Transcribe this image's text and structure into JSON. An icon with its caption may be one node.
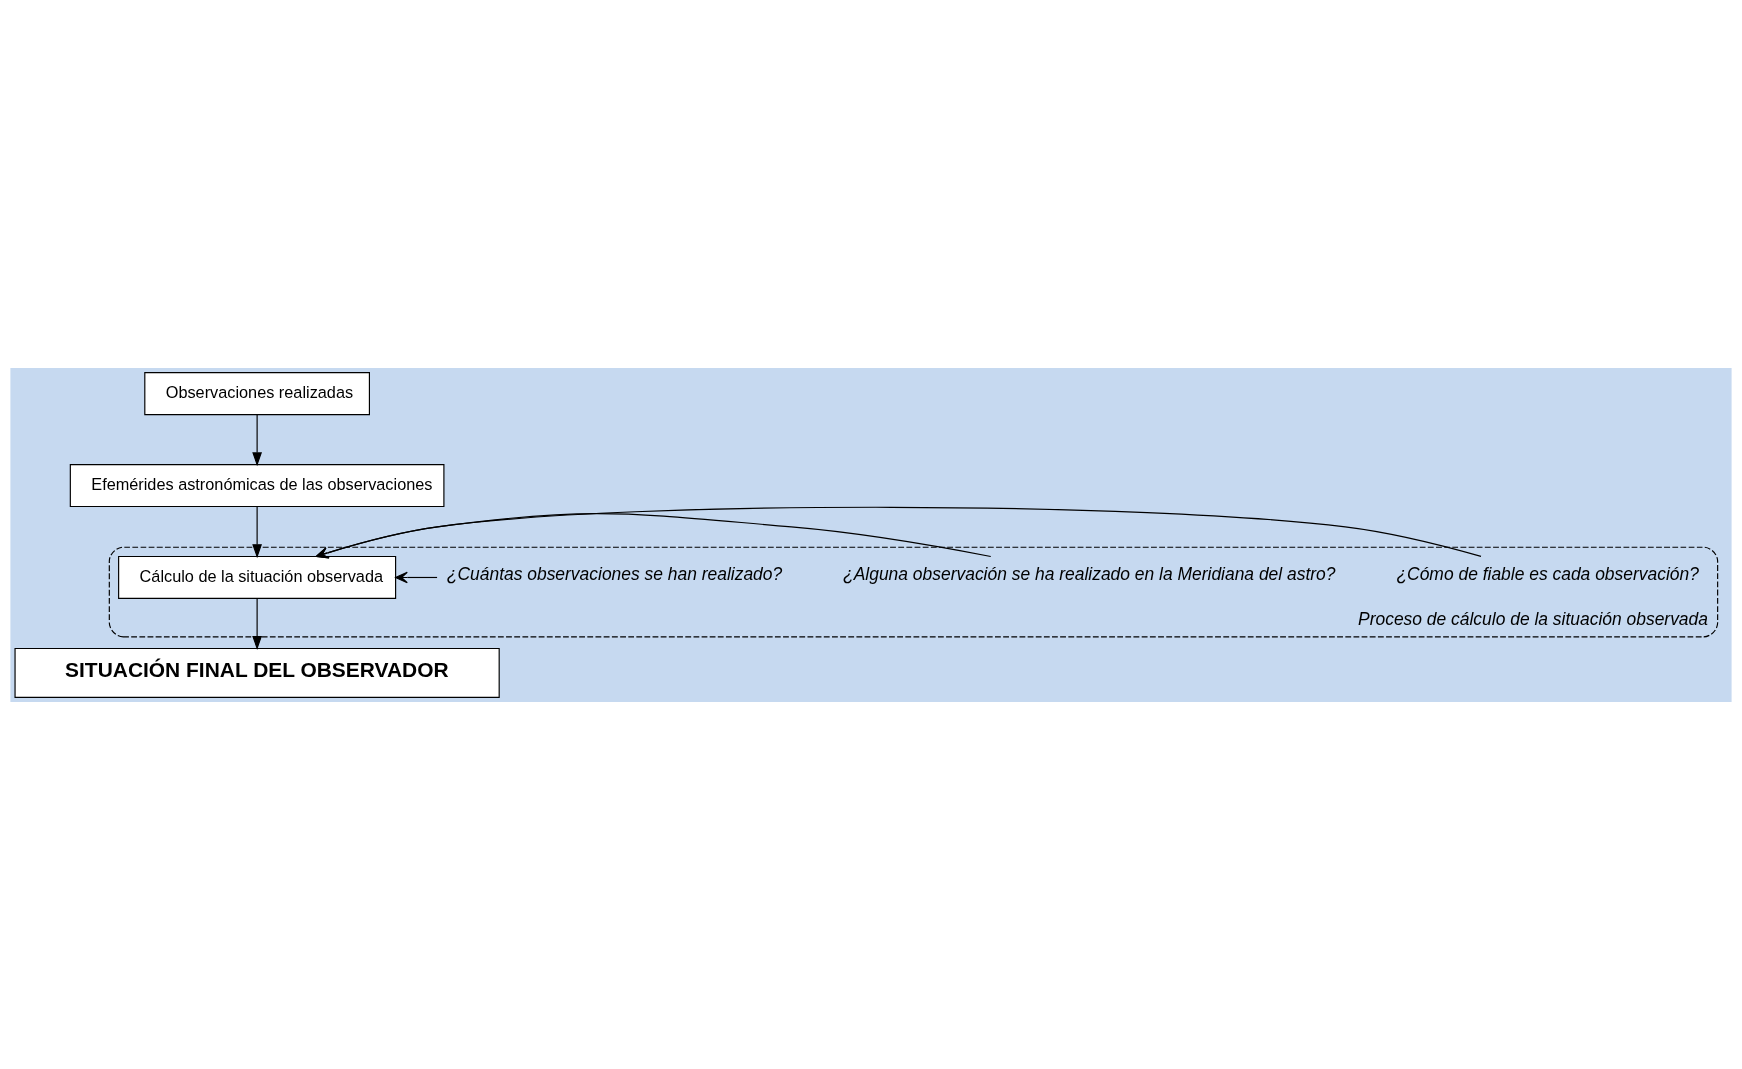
{
  "diagram": {
    "nodes": [
      {
        "text": [
          "Observaciones realizadas"
        ]
      },
      {
        "text": [
          "Efemérides astronómicas de las observaciones"
        ]
      },
      {
        "text": [
          "Proceso de cálculo de la situación observada"
        ]
      },
      {
        "text": [
          "Cálculo de la situación observada"
        ],
        "in": 2
      },
      {
        "text": [
          "¿Cómo de fiable es cada observación?"
        ],
        "in": 2
      },
      {
        "text": [
          "¿Alguna observación se ha realizado en la Meridiana del astro?"
        ],
        "in": 2
      },
      {
        "text": [
          "¿Cuántas observaciones se han realizado?"
        ],
        "in": 2
      },
      {
        "text": [
          "SITUACIÓN FINAL DEL OBSERVADOR"
        ]
      }
    ],
    "edges": [
      {
        "from": 0,
        "to": 1,
        "arrow": "to"
      },
      {
        "from": 1,
        "to": 3,
        "arrow": "to"
      },
      {
        "from": 4,
        "to": 3,
        "arrow": "to"
      },
      {
        "from": 5,
        "to": 3,
        "arrow": "to"
      },
      {
        "from": 6,
        "to": 3,
        "arrow": "to"
      },
      {
        "from": 3,
        "to": 7,
        "arrow": "to"
      }
    ]
  }
}
